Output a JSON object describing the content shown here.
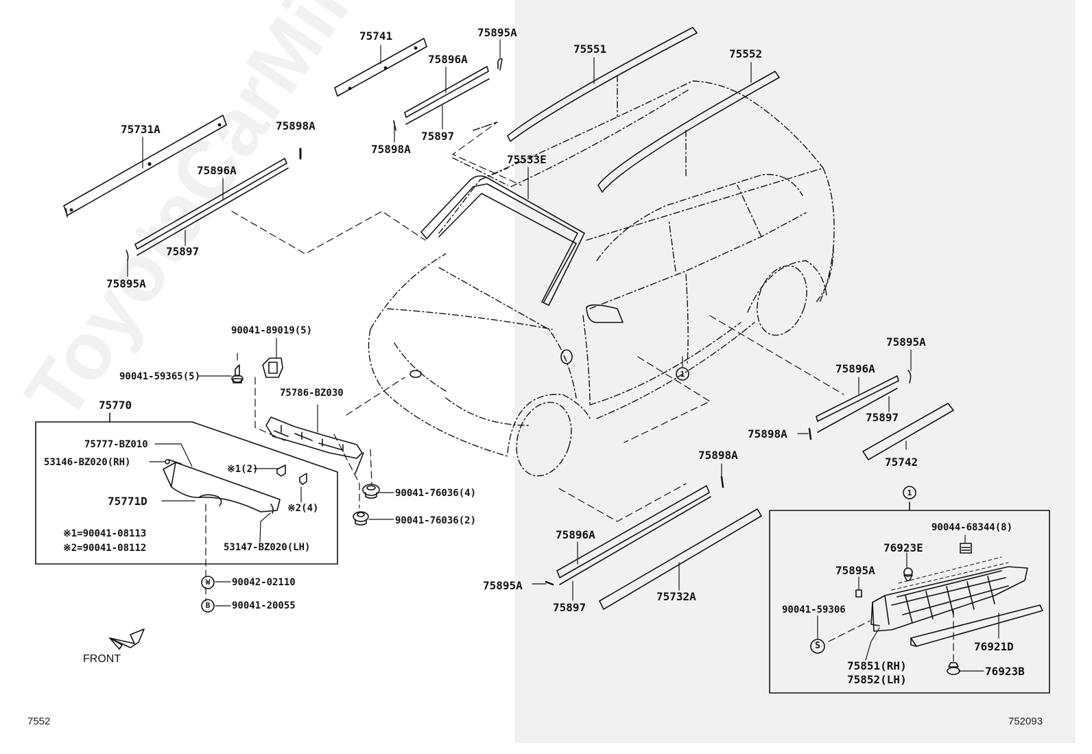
{
  "watermark": "ToyotaCarMine.ru",
  "corner_left": "7552",
  "corner_right": "752093",
  "front_label": "FRONT",
  "labels": {
    "p75741": "75741",
    "p75895a_top": "75895A",
    "p75896a_top": "75896A",
    "p75551": "75551",
    "p75552": "75552",
    "p75731a": "75731A",
    "p75898a_left": "75898A",
    "p75897_top": "75897",
    "p75898a_top": "75898A",
    "p75533e": "75533E",
    "p75896a_left": "75896A",
    "p75897_left": "75897",
    "p75895a_left": "75895A",
    "p90041_89019": "90041-89019(5)",
    "p90041_59365": "90041-59365(5)",
    "p75786": "75786-BZ030",
    "p75770": "75770",
    "p75777": "75777-BZ010",
    "p53146": "53146-BZ020(RH)",
    "p_note1_ref": "※1(2)",
    "p75771d": "75771D",
    "p_note2_ref": "※2(4)",
    "p90041_76036_4": "90041-76036(4)",
    "p90041_76036_2": "90041-76036(2)",
    "p_note1": "※1=90041-08113",
    "p_note2": "※2=90041-08112",
    "p53147": "53147-BZ020(LH)",
    "p90042_02110": "90042-02110",
    "p90041_20055": "90041-20055",
    "circle_w": "W",
    "circle_b": "B",
    "p75895a_right": "75895A",
    "p75896a_right": "75896A",
    "p75897_right": "75897",
    "p75898a_right": "75898A",
    "p75742": "75742",
    "p75898a_low": "75898A",
    "p75896a_low": "75896A",
    "p75895a_low": "75895A",
    "p75897_low": "75897",
    "p75732a": "75732A",
    "ref1_car": "1",
    "ref1_box": "1",
    "p90044_68344": "90044-68344(8)",
    "p76923e": "76923E",
    "p75895a_box": "75895A",
    "p90041_59306": "90041-59306",
    "circle_s": "S",
    "p76921d": "76921D",
    "p75851": "75851(RH)",
    "p75852": "75852(LH)",
    "p76923b": "76923B"
  }
}
